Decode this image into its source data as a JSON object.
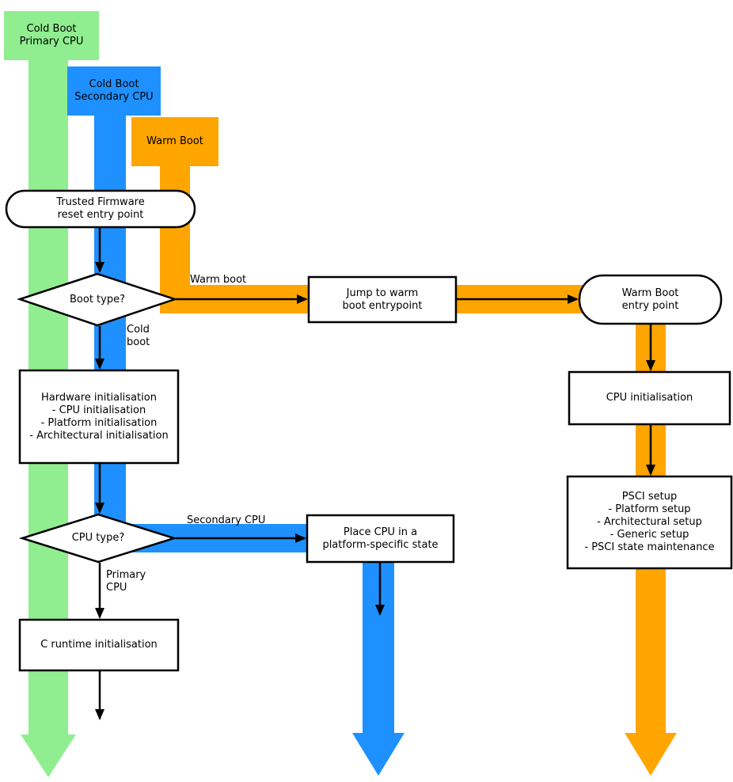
{
  "colors": {
    "cold_boot_primary": "#90ee90",
    "cold_boot_secondary": "#1e90ff",
    "warm_boot": "#ffa500",
    "node_fill": "#ffffff",
    "node_stroke": "#000000"
  },
  "lanes": {
    "primary": {
      "label": "Cold Boot\nPrimary CPU"
    },
    "secondary": {
      "label": "Cold Boot\nSecondary CPU"
    },
    "warm": {
      "label": "Warm Boot"
    }
  },
  "nodes": {
    "reset_entry": {
      "label": "Trusted Firmware\nreset entry point"
    },
    "boot_type": {
      "label": "Boot type?"
    },
    "jump_warm": {
      "label": "Jump to warm\nboot entrypoint"
    },
    "warm_entry": {
      "label": "Warm Boot\nentry point"
    },
    "hardware_init": {
      "label": "Hardware initialisation\n- CPU initialisation\n- Platform initialisation\n- Architectural initialisation"
    },
    "cpu_type": {
      "label": "CPU type?"
    },
    "place_cpu": {
      "label": "Place CPU in a\nplatform-specific state"
    },
    "c_runtime": {
      "label": "C runtime initialisation"
    },
    "cpu_init": {
      "label": "CPU initialisation"
    },
    "psci_setup": {
      "label": "PSCI setup\n- Platform setup\n- Architectural setup\n- Generic setup\n- PSCI state maintenance"
    }
  },
  "edges": {
    "warm_boot": "Warm boot",
    "cold_boot": "Cold\nboot",
    "secondary_cpu": "Secondary CPU",
    "primary_cpu": "Primary\nCPU"
  }
}
